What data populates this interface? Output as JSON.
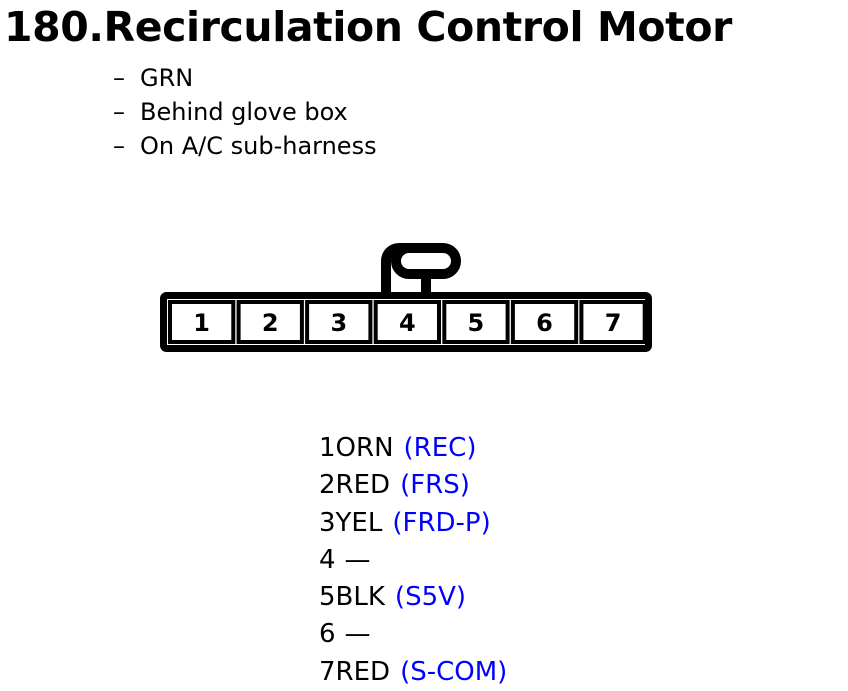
{
  "page": {
    "title": "180.Recirculation Control Motor",
    "background_color": "#ffffff",
    "text_color": "#000000",
    "signal_color": "#0000ff"
  },
  "notes": {
    "bullet_glyph": "–",
    "items": [
      {
        "text": "GRN"
      },
      {
        "text": "Behind glove box"
      },
      {
        "text": "On A/C sub-harness"
      }
    ]
  },
  "connector": {
    "name": "7-pin connector",
    "pin_count": 7,
    "latch_position": "top-center",
    "cells": [
      {
        "label": "1"
      },
      {
        "label": "2"
      },
      {
        "label": "3"
      },
      {
        "label": "4"
      },
      {
        "label": "5"
      },
      {
        "label": "6"
      },
      {
        "label": "7"
      }
    ]
  },
  "pinout": {
    "empty_glyph": "—",
    "rows": [
      {
        "pin": "1",
        "wire": "ORN",
        "signal": "(REC)"
      },
      {
        "pin": "2",
        "wire": "RED",
        "signal": "(FRS)"
      },
      {
        "pin": "3",
        "wire": "YEL",
        "signal": "(FRD-P)"
      },
      {
        "pin": "4",
        "wire": "",
        "signal": ""
      },
      {
        "pin": "5",
        "wire": "BLK",
        "signal": "(S5V)"
      },
      {
        "pin": "6",
        "wire": "",
        "signal": ""
      },
      {
        "pin": "7",
        "wire": "RED",
        "signal": "(S-COM)"
      }
    ]
  }
}
